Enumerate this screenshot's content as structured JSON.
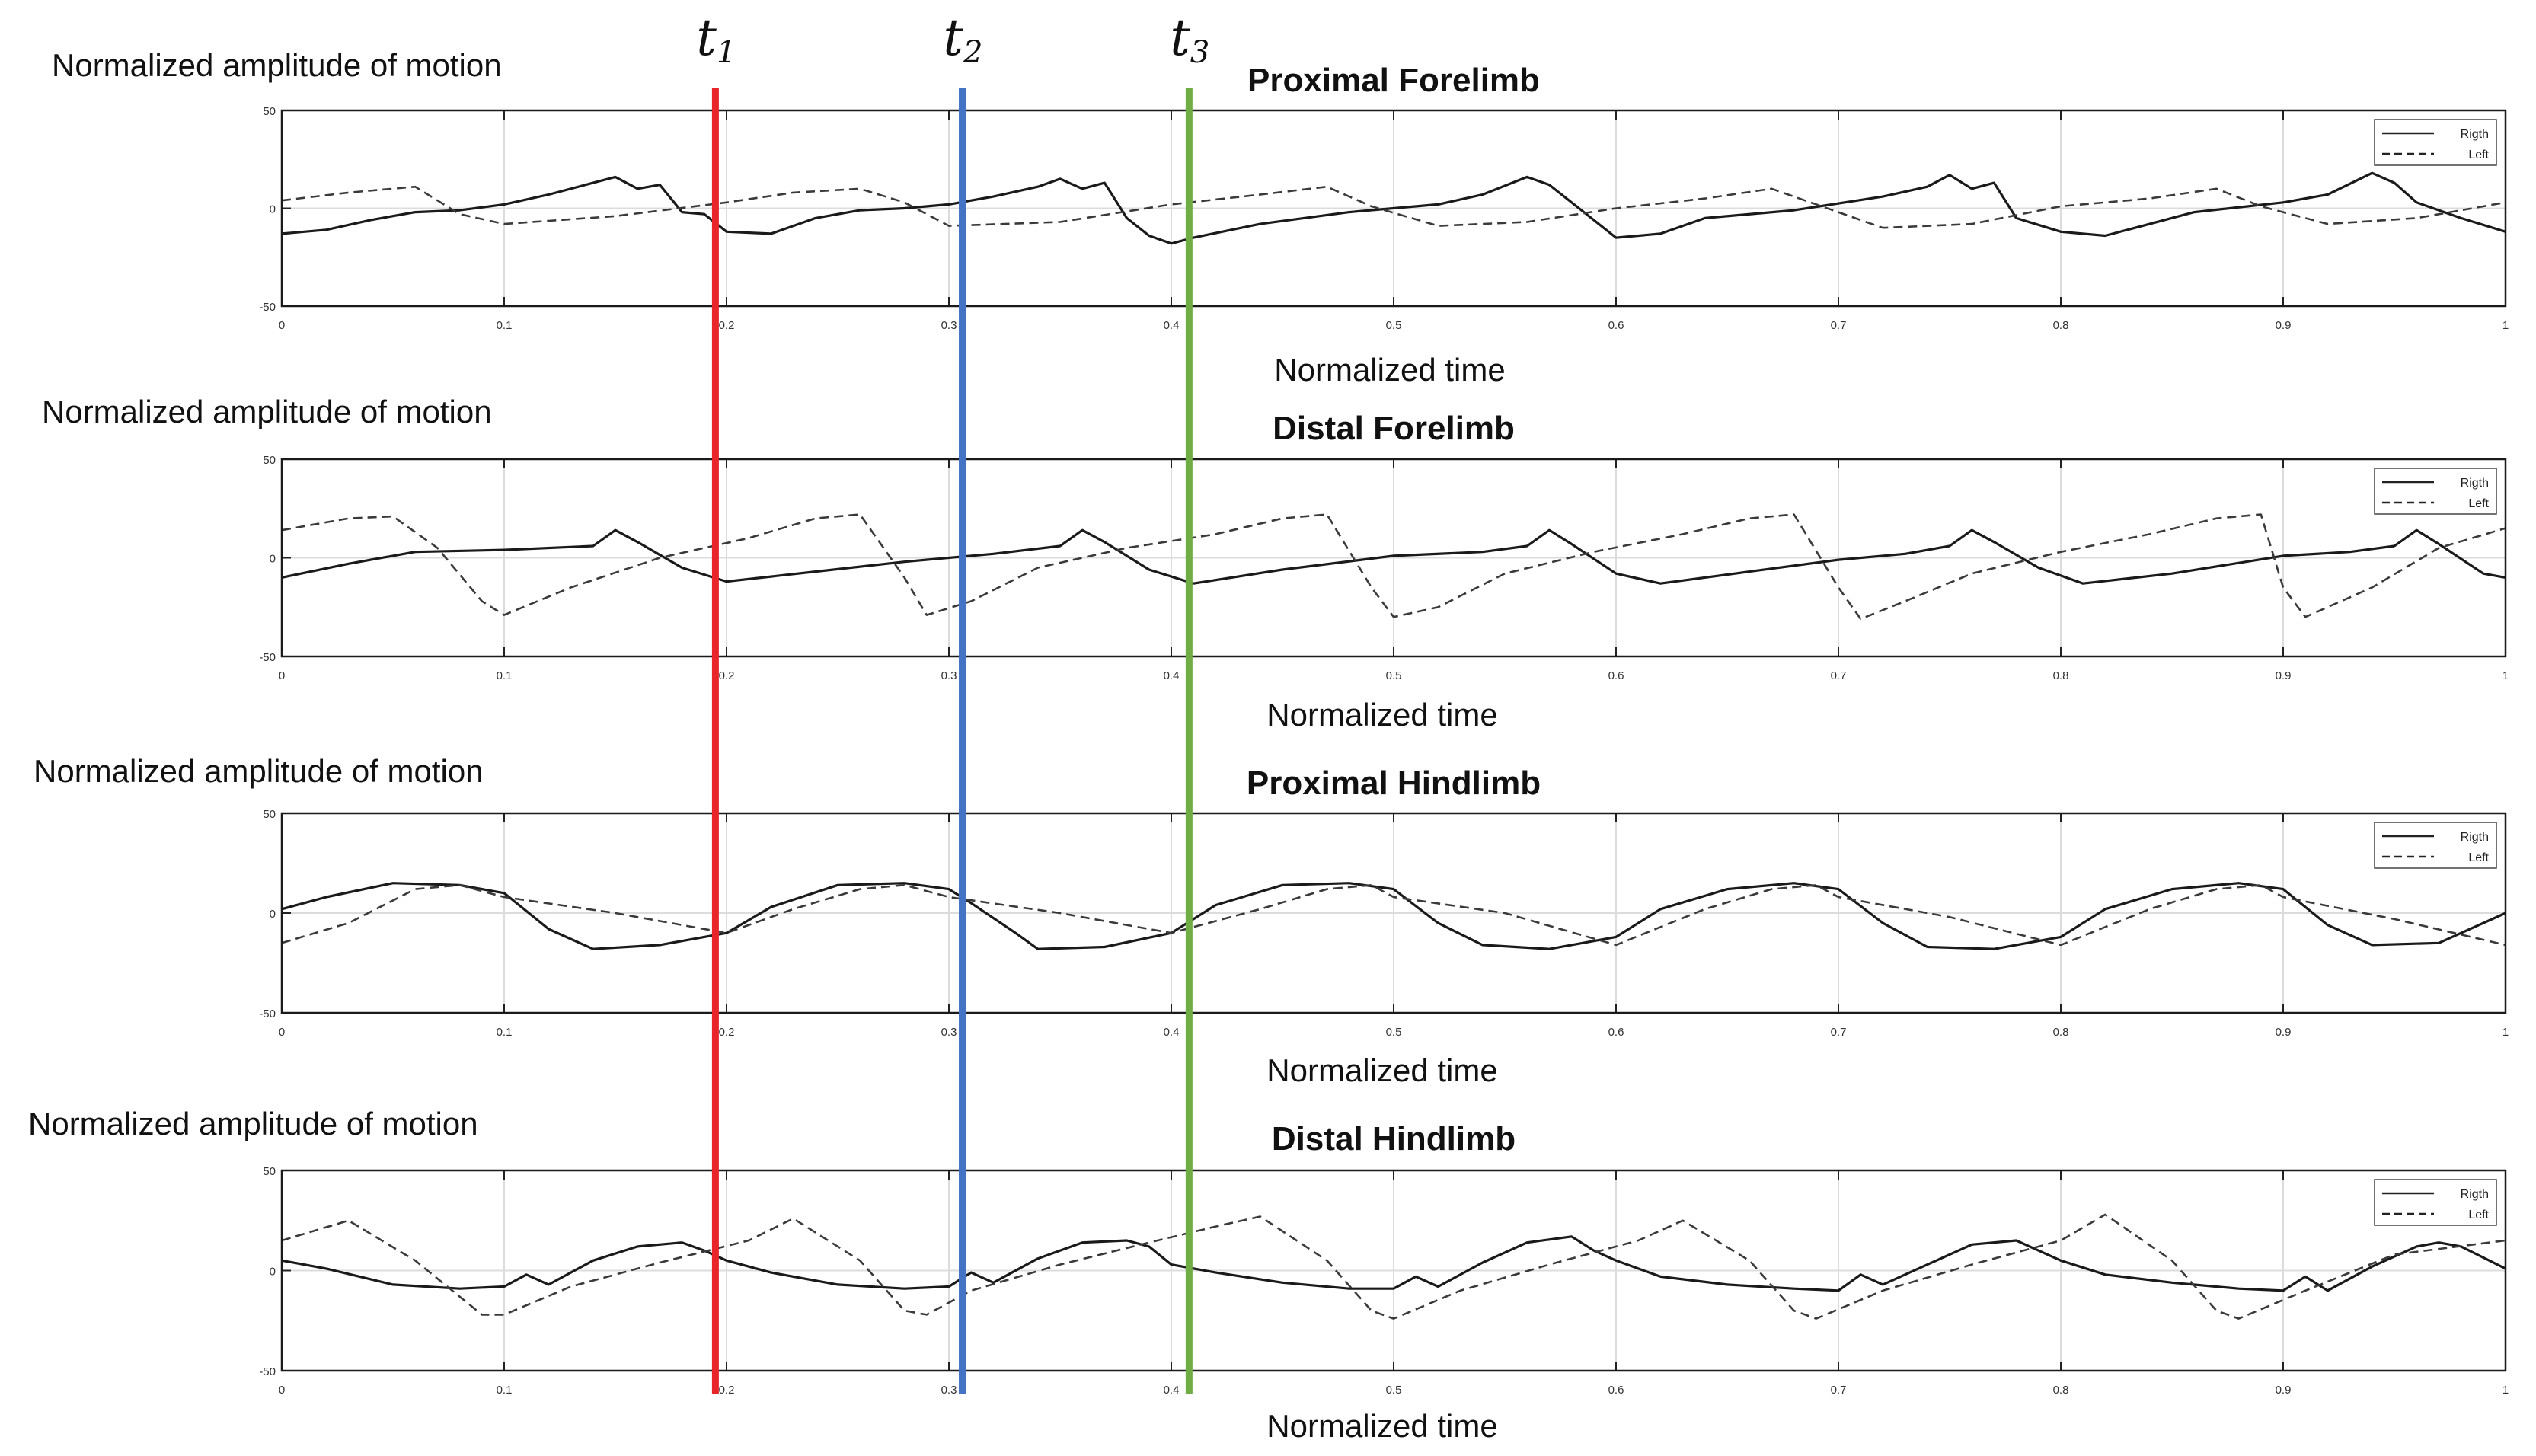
{
  "figure": {
    "amplitude_label": "Normalized amplitude of motion",
    "time_label": "Normalized time"
  },
  "markers": [
    {
      "id": "t1",
      "symbol": "t",
      "sub": "1",
      "x": 0.195,
      "color": "#e8252b"
    },
    {
      "id": "t2",
      "symbol": "t",
      "sub": "2",
      "x": 0.306,
      "color": "#4472c4"
    },
    {
      "id": "t3",
      "symbol": "t",
      "sub": "3",
      "x": 0.408,
      "color": "#70ad47"
    }
  ],
  "chart_data": [
    {
      "type": "line",
      "title": "Proximal Forelimb",
      "xlabel": "Normalized time",
      "ylabel": "Normalized amplitude of motion",
      "xlim": [
        0,
        1
      ],
      "ylim": [
        -50,
        50
      ],
      "xticks": [
        "0",
        "0.1",
        "0.2",
        "0.3",
        "0.4",
        "0.5",
        "0.6",
        "0.7",
        "0.8",
        "0.9",
        "1"
      ],
      "yticks": [
        "50",
        "0",
        "-50"
      ],
      "grid": true,
      "legend": "top-right",
      "series": [
        {
          "name": "Rigth",
          "style": "solid",
          "x": [
            0,
            0.02,
            0.04,
            0.06,
            0.08,
            0.1,
            0.12,
            0.14,
            0.15,
            0.16,
            0.17,
            0.18,
            0.19,
            0.2,
            0.22,
            0.24,
            0.26,
            0.28,
            0.3,
            0.32,
            0.34,
            0.35,
            0.36,
            0.37,
            0.38,
            0.39,
            0.4,
            0.41,
            0.44,
            0.48,
            0.52,
            0.54,
            0.56,
            0.57,
            0.58,
            0.6,
            0.62,
            0.64,
            0.68,
            0.72,
            0.74,
            0.75,
            0.76,
            0.77,
            0.78,
            0.8,
            0.82,
            0.86,
            0.9,
            0.92,
            0.94,
            0.95,
            0.96,
            0.98,
            1
          ],
          "y": [
            -13,
            -11,
            -6,
            -2,
            -1,
            2,
            7,
            13,
            16,
            10,
            12,
            -2,
            -3,
            -12,
            -13,
            -5,
            -1,
            0,
            2,
            6,
            11,
            15,
            10,
            13,
            -5,
            -14,
            -18,
            -15,
            -8,
            -2,
            2,
            7,
            16,
            12,
            3,
            -15,
            -13,
            -5,
            -1,
            6,
            11,
            17,
            10,
            13,
            -5,
            -12,
            -14,
            -2,
            3,
            7,
            18,
            13,
            3,
            -5,
            -12
          ]
        },
        {
          "name": "Left",
          "style": "dashed",
          "x": [
            0,
            0.03,
            0.06,
            0.08,
            0.1,
            0.15,
            0.2,
            0.23,
            0.26,
            0.28,
            0.3,
            0.35,
            0.4,
            0.44,
            0.47,
            0.49,
            0.52,
            0.56,
            0.6,
            0.64,
            0.67,
            0.69,
            0.72,
            0.76,
            0.8,
            0.84,
            0.87,
            0.89,
            0.92,
            0.96,
            1
          ],
          "y": [
            4,
            8,
            11,
            -3,
            -8,
            -4,
            3,
            8,
            10,
            3,
            -9,
            -7,
            2,
            7,
            11,
            1,
            -9,
            -7,
            0,
            5,
            10,
            2,
            -10,
            -8,
            1,
            5,
            10,
            1,
            -8,
            -5,
            3
          ]
        }
      ]
    },
    {
      "type": "line",
      "title": "Distal Forelimb",
      "xlabel": "Normalized time",
      "ylabel": "Normalized amplitude of motion",
      "xlim": [
        0,
        1
      ],
      "ylim": [
        -50,
        50
      ],
      "xticks": [
        "0",
        "0.1",
        "0.2",
        "0.3",
        "0.4",
        "0.5",
        "0.6",
        "0.7",
        "0.8",
        "0.9",
        "1"
      ],
      "yticks": [
        "50",
        "0",
        "-50"
      ],
      "grid": true,
      "legend": "top-right",
      "series": [
        {
          "name": "Rigth",
          "style": "solid",
          "x": [
            0,
            0.03,
            0.06,
            0.1,
            0.14,
            0.15,
            0.16,
            0.18,
            0.2,
            0.24,
            0.28,
            0.32,
            0.35,
            0.36,
            0.37,
            0.39,
            0.41,
            0.45,
            0.5,
            0.54,
            0.56,
            0.57,
            0.58,
            0.6,
            0.62,
            0.66,
            0.7,
            0.73,
            0.75,
            0.76,
            0.77,
            0.79,
            0.81,
            0.85,
            0.9,
            0.93,
            0.95,
            0.96,
            0.97,
            0.99,
            1
          ],
          "y": [
            -10,
            -3,
            3,
            4,
            6,
            14,
            8,
            -5,
            -12,
            -7,
            -2,
            2,
            6,
            14,
            8,
            -6,
            -13,
            -6,
            1,
            3,
            6,
            14,
            7,
            -8,
            -13,
            -7,
            -1,
            2,
            6,
            14,
            8,
            -5,
            -13,
            -8,
            1,
            3,
            6,
            14,
            7,
            -8,
            -10
          ]
        },
        {
          "name": "Left",
          "style": "dashed",
          "x": [
            0,
            0.03,
            0.05,
            0.07,
            0.09,
            0.1,
            0.13,
            0.17,
            0.21,
            0.24,
            0.26,
            0.28,
            0.29,
            0.31,
            0.34,
            0.38,
            0.42,
            0.45,
            0.47,
            0.49,
            0.5,
            0.52,
            0.55,
            0.59,
            0.63,
            0.66,
            0.68,
            0.7,
            0.71,
            0.73,
            0.76,
            0.8,
            0.84,
            0.87,
            0.89,
            0.9,
            0.91,
            0.94,
            0.97,
            1
          ],
          "y": [
            14,
            20,
            21,
            5,
            -22,
            -29,
            -15,
            0,
            10,
            20,
            22,
            -10,
            -29,
            -22,
            -5,
            5,
            12,
            20,
            22,
            -15,
            -30,
            -25,
            -8,
            3,
            12,
            20,
            22,
            -15,
            -31,
            -22,
            -8,
            3,
            12,
            20,
            22,
            -15,
            -30,
            -15,
            5,
            15
          ]
        }
      ]
    },
    {
      "type": "line",
      "title": "Proximal Hindlimb",
      "xlabel": "Normalized time",
      "ylabel": "Normalized amplitude of motion",
      "xlim": [
        0,
        1
      ],
      "ylim": [
        -50,
        50
      ],
      "xticks": [
        "0",
        "0.1",
        "0.2",
        "0.3",
        "0.4",
        "0.5",
        "0.6",
        "0.7",
        "0.8",
        "0.9",
        "1"
      ],
      "yticks": [
        "50",
        "0",
        "-50"
      ],
      "grid": true,
      "legend": "top-right",
      "series": [
        {
          "name": "Rigth",
          "style": "solid",
          "x": [
            0,
            0.02,
            0.05,
            0.08,
            0.1,
            0.12,
            0.14,
            0.17,
            0.2,
            0.22,
            0.25,
            0.28,
            0.3,
            0.31,
            0.33,
            0.34,
            0.37,
            0.4,
            0.42,
            0.45,
            0.48,
            0.5,
            0.52,
            0.54,
            0.57,
            0.6,
            0.62,
            0.65,
            0.68,
            0.7,
            0.72,
            0.74,
            0.77,
            0.8,
            0.82,
            0.85,
            0.88,
            0.9,
            0.92,
            0.94,
            0.97,
            1
          ],
          "y": [
            2,
            8,
            15,
            14,
            10,
            -8,
            -18,
            -16,
            -10,
            3,
            14,
            15,
            12,
            5,
            -10,
            -18,
            -17,
            -10,
            4,
            14,
            15,
            12,
            -5,
            -16,
            -18,
            -12,
            2,
            12,
            15,
            12,
            -5,
            -17,
            -18,
            -12,
            2,
            12,
            15,
            12,
            -6,
            -16,
            -15,
            0
          ]
        },
        {
          "name": "Left",
          "style": "dashed",
          "x": [
            0,
            0.03,
            0.06,
            0.08,
            0.1,
            0.15,
            0.2,
            0.23,
            0.26,
            0.28,
            0.3,
            0.35,
            0.4,
            0.44,
            0.47,
            0.49,
            0.5,
            0.55,
            0.6,
            0.64,
            0.67,
            0.69,
            0.7,
            0.75,
            0.8,
            0.84,
            0.87,
            0.89,
            0.9,
            0.95,
            1
          ],
          "y": [
            -15,
            -5,
            12,
            14,
            8,
            0,
            -10,
            2,
            12,
            14,
            8,
            0,
            -10,
            2,
            12,
            14,
            8,
            0,
            -16,
            2,
            12,
            14,
            8,
            -2,
            -16,
            2,
            12,
            14,
            8,
            -3,
            -16
          ]
        }
      ]
    },
    {
      "type": "line",
      "title": "Distal Hindlimb",
      "xlabel": "Normalized time",
      "ylabel": "Normalized amplitude of motion",
      "xlim": [
        0,
        1
      ],
      "ylim": [
        -50,
        50
      ],
      "xticks": [
        "0",
        "0.1",
        "0.2",
        "0.3",
        "0.4",
        "0.5",
        "0.6",
        "0.7",
        "0.8",
        "0.9",
        "1"
      ],
      "yticks": [
        "50",
        "0",
        "-50"
      ],
      "grid": true,
      "legend": "top-right",
      "series": [
        {
          "name": "Rigth",
          "style": "solid",
          "x": [
            0,
            0.02,
            0.05,
            0.08,
            0.1,
            0.11,
            0.12,
            0.14,
            0.16,
            0.18,
            0.19,
            0.2,
            0.22,
            0.25,
            0.28,
            0.3,
            0.31,
            0.32,
            0.34,
            0.36,
            0.38,
            0.39,
            0.4,
            0.42,
            0.45,
            0.48,
            0.5,
            0.51,
            0.52,
            0.54,
            0.56,
            0.58,
            0.59,
            0.6,
            0.62,
            0.65,
            0.68,
            0.7,
            0.71,
            0.72,
            0.74,
            0.76,
            0.78,
            0.79,
            0.8,
            0.82,
            0.85,
            0.88,
            0.9,
            0.91,
            0.92,
            0.94,
            0.96,
            0.97,
            0.98,
            1
          ],
          "y": [
            5,
            1,
            -7,
            -9,
            -8,
            -2,
            -7,
            5,
            12,
            14,
            10,
            5,
            -1,
            -7,
            -9,
            -8,
            -1,
            -6,
            6,
            14,
            15,
            12,
            3,
            -1,
            -6,
            -9,
            -9,
            -3,
            -8,
            4,
            14,
            17,
            10,
            5,
            -3,
            -7,
            -9,
            -10,
            -2,
            -7,
            3,
            13,
            15,
            10,
            5,
            -2,
            -6,
            -9,
            -10,
            -3,
            -10,
            2,
            12,
            14,
            12,
            1
          ]
        },
        {
          "name": "Left",
          "style": "dashed",
          "x": [
            0,
            0.03,
            0.06,
            0.09,
            0.1,
            0.13,
            0.17,
            0.21,
            0.23,
            0.26,
            0.28,
            0.29,
            0.31,
            0.35,
            0.39,
            0.42,
            0.44,
            0.47,
            0.49,
            0.5,
            0.53,
            0.57,
            0.61,
            0.63,
            0.66,
            0.68,
            0.69,
            0.72,
            0.76,
            0.8,
            0.82,
            0.85,
            0.87,
            0.88,
            0.91,
            0.95,
            1
          ],
          "y": [
            15,
            25,
            5,
            -22,
            -22,
            -8,
            4,
            15,
            26,
            5,
            -20,
            -22,
            -10,
            3,
            14,
            22,
            27,
            5,
            -20,
            -24,
            -10,
            3,
            15,
            25,
            5,
            -20,
            -24,
            -10,
            3,
            15,
            28,
            5,
            -20,
            -24,
            -10,
            8,
            15
          ]
        }
      ]
    }
  ]
}
